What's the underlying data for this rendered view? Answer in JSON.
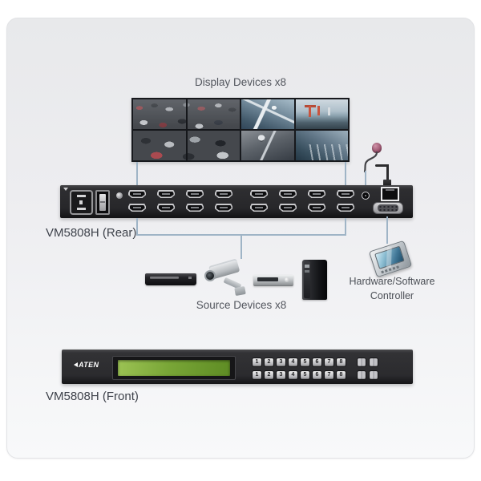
{
  "labels": {
    "display_devices": "Display Devices x8",
    "rear": "VM5808H (Rear)",
    "source_devices": "Source Devices x8",
    "controller_line1": "Hardware/Software",
    "controller_line2": "Controller",
    "front": "VM5808H (Front)"
  },
  "front_panel": {
    "brand": "ATEN",
    "output_buttons": [
      "1",
      "2",
      "3",
      "4",
      "5",
      "6",
      "7",
      "8"
    ],
    "input_buttons": [
      "1",
      "2",
      "3",
      "4",
      "5",
      "6",
      "7",
      "8"
    ]
  },
  "rear_panel": {
    "hdmi_output_ports": 8,
    "hdmi_input_ports": 8
  },
  "icons": {
    "video_wall": "video-wall-2x4",
    "power_inlet": "c14-power-inlet",
    "power_switch": "rocker-switch",
    "hdmi_port": "hdmi-connector",
    "ir_jack": "ir-input-jack",
    "rj45": "ethernet-port",
    "serial_port": "db9-serial-port",
    "ir_receiver": "ir-receiver",
    "ethernet_cable": "ethernet-cable",
    "dvd_player": "dvd-player",
    "cctv_camera": "cctv-camera",
    "av_receiver": "media-player",
    "pc_tower": "desktop-pc",
    "controller": "pda-touch-controller"
  },
  "colors": {
    "connector_line": "#9fb4c6",
    "panel_dark": "#2b2b2e",
    "lcd_green": "#79a637",
    "ir_receiver_pink": "#a05873",
    "card_background": "#ededf0"
  }
}
